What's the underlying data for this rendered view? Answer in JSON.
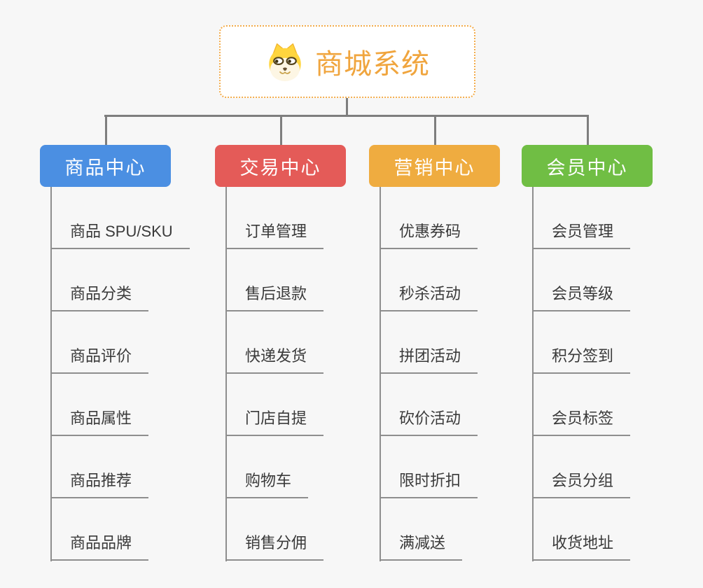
{
  "canvas": {
    "background": "#F7F7F7"
  },
  "root": {
    "title": "商城系统",
    "icon": "dog-face-icon",
    "text_color": "#F0A53E",
    "border_color": "#F3AC4B",
    "background": "#FFFFFF"
  },
  "connector_color": "#7E7E7E",
  "leaf_line_color": "#8E8E8E",
  "leaf_text_color": "#3A3A3A",
  "branches": [
    {
      "label": "商品中心",
      "color": "#4B8FE2",
      "text_color": "#FFFFFF",
      "children": [
        "商品 SPU/SKU",
        "商品分类",
        "商品评价",
        "商品属性",
        "商品推荐",
        "商品品牌"
      ]
    },
    {
      "label": "交易中心",
      "color": "#E45B58",
      "text_color": "#FFFFFF",
      "children": [
        "订单管理",
        "售后退款",
        "快递发货",
        "门店自提",
        "购物车",
        "销售分佣"
      ]
    },
    {
      "label": "营销中心",
      "color": "#EFAC40",
      "text_color": "#FFFFFF",
      "children": [
        "优惠券码",
        "秒杀活动",
        "拼团活动",
        "砍价活动",
        "限时折扣",
        "满减送"
      ]
    },
    {
      "label": "会员中心",
      "color": "#70BE44",
      "text_color": "#FFFFFF",
      "children": [
        "会员管理",
        "会员等级",
        "积分签到",
        "会员标签",
        "会员分组",
        "收货地址"
      ]
    }
  ]
}
